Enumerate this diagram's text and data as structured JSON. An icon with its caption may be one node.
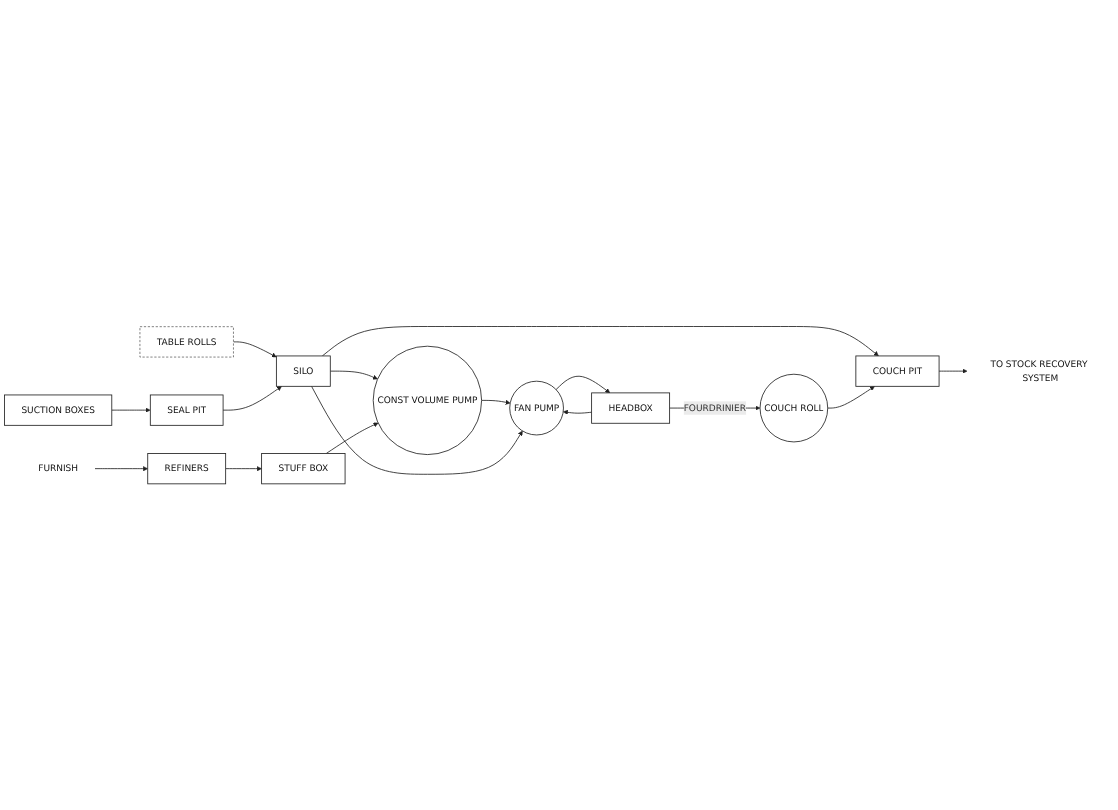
{
  "diagram": {
    "nodes": [
      {
        "text": [
          "FAN PUMP"
        ]
      },
      {
        "text": [
          "HEADBOX"
        ]
      },
      {
        "text": [
          "TABLE ROLLS"
        ]
      },
      {
        "text": [
          "SUCTION BOXES"
        ]
      },
      {
        "text": [
          "COUCH ROLL"
        ]
      },
      {
        "text": [
          "CONST VOLUME PUMP"
        ]
      },
      {
        "text": [
          "SILO"
        ]
      },
      {
        "text": [
          "SEAL PIT"
        ]
      },
      {
        "text": [
          "COUCH PIT"
        ]
      },
      {
        "text": [
          "STUFF BOX"
        ]
      },
      {
        "text": [
          "REFINERS"
        ]
      },
      {
        "text": [
          "FURNISH"
        ]
      },
      {
        "text": [
          "TO STOCK RECOVERY SYSTEM"
        ]
      }
    ],
    "edges": [
      {
        "from": 5,
        "to": 0,
        "arrow": "to"
      },
      {
        "from": 0,
        "to": 1,
        "arrow": "to"
      },
      {
        "from": 1,
        "to": 0,
        "arrow": "to"
      },
      {
        "from": 1,
        "to": 4,
        "label": "FOURDRINIER",
        "arrow": "to"
      },
      {
        "from": 2,
        "to": 6,
        "arrow": "to"
      },
      {
        "from": 3,
        "to": 7,
        "arrow": "to"
      },
      {
        "from": 7,
        "to": 6,
        "arrow": "to"
      },
      {
        "from": 6,
        "to": 0,
        "arrow": "to"
      },
      {
        "from": 6,
        "to": 5,
        "arrow": "to"
      },
      {
        "from": 6,
        "to": 8,
        "arrow": "to"
      },
      {
        "from": 4,
        "to": 8,
        "arrow": "to"
      },
      {
        "from": 10,
        "to": 9,
        "arrow": "to"
      },
      {
        "from": 9,
        "to": 5,
        "arrow": "to"
      },
      {
        "from": 11,
        "to": 10,
        "arrow": "to"
      },
      {
        "from": 8,
        "to": 12,
        "arrow": "to"
      }
    ]
  }
}
